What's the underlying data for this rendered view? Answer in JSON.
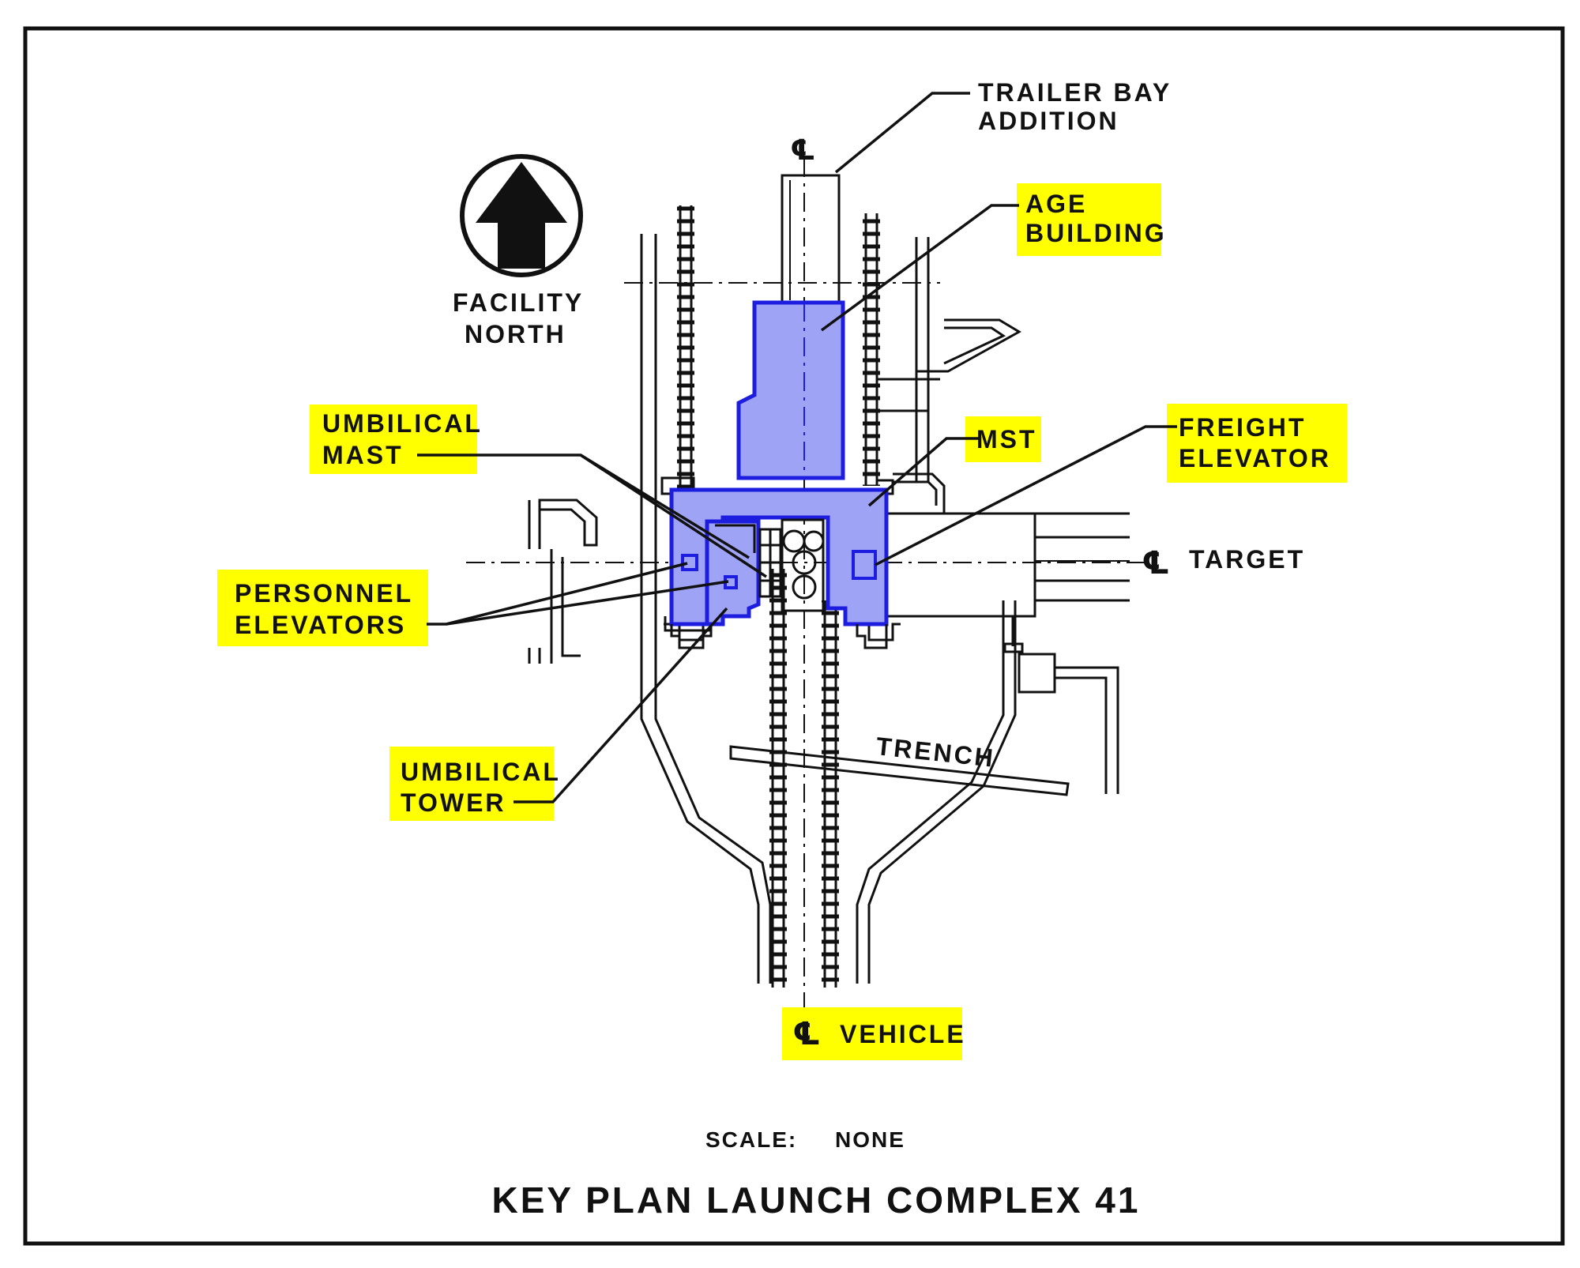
{
  "title": "KEY PLAN LAUNCH COMPLEX 41",
  "scale": {
    "label": "SCALE:",
    "value": "NONE"
  },
  "north_arrow": {
    "icon": "north-arrow-icon",
    "line1": "FACILITY",
    "line2": "NORTH"
  },
  "labels": {
    "trailer_bay": [
      "TRAILER BAY",
      "ADDITION"
    ],
    "age_building": [
      "AGE",
      "BUILDING"
    ],
    "umbilical_mast": [
      "UMBILICAL",
      "MAST"
    ],
    "mst": "MST",
    "freight_elevator": [
      "FREIGHT",
      "ELEVATOR"
    ],
    "personnel_elevators": [
      "PERSONNEL",
      "ELEVATORS"
    ],
    "target": "TARGET",
    "trench": "TRENCH",
    "umbilical_tower": [
      "UMBILICAL",
      "TOWER"
    ],
    "vehicle": "VEHICLE",
    "centerline_symbol": "℄"
  },
  "colors": {
    "highlight": "#ffff00",
    "structure_fill": "#9fa3f5",
    "structure_outline": "#1d1de0"
  }
}
